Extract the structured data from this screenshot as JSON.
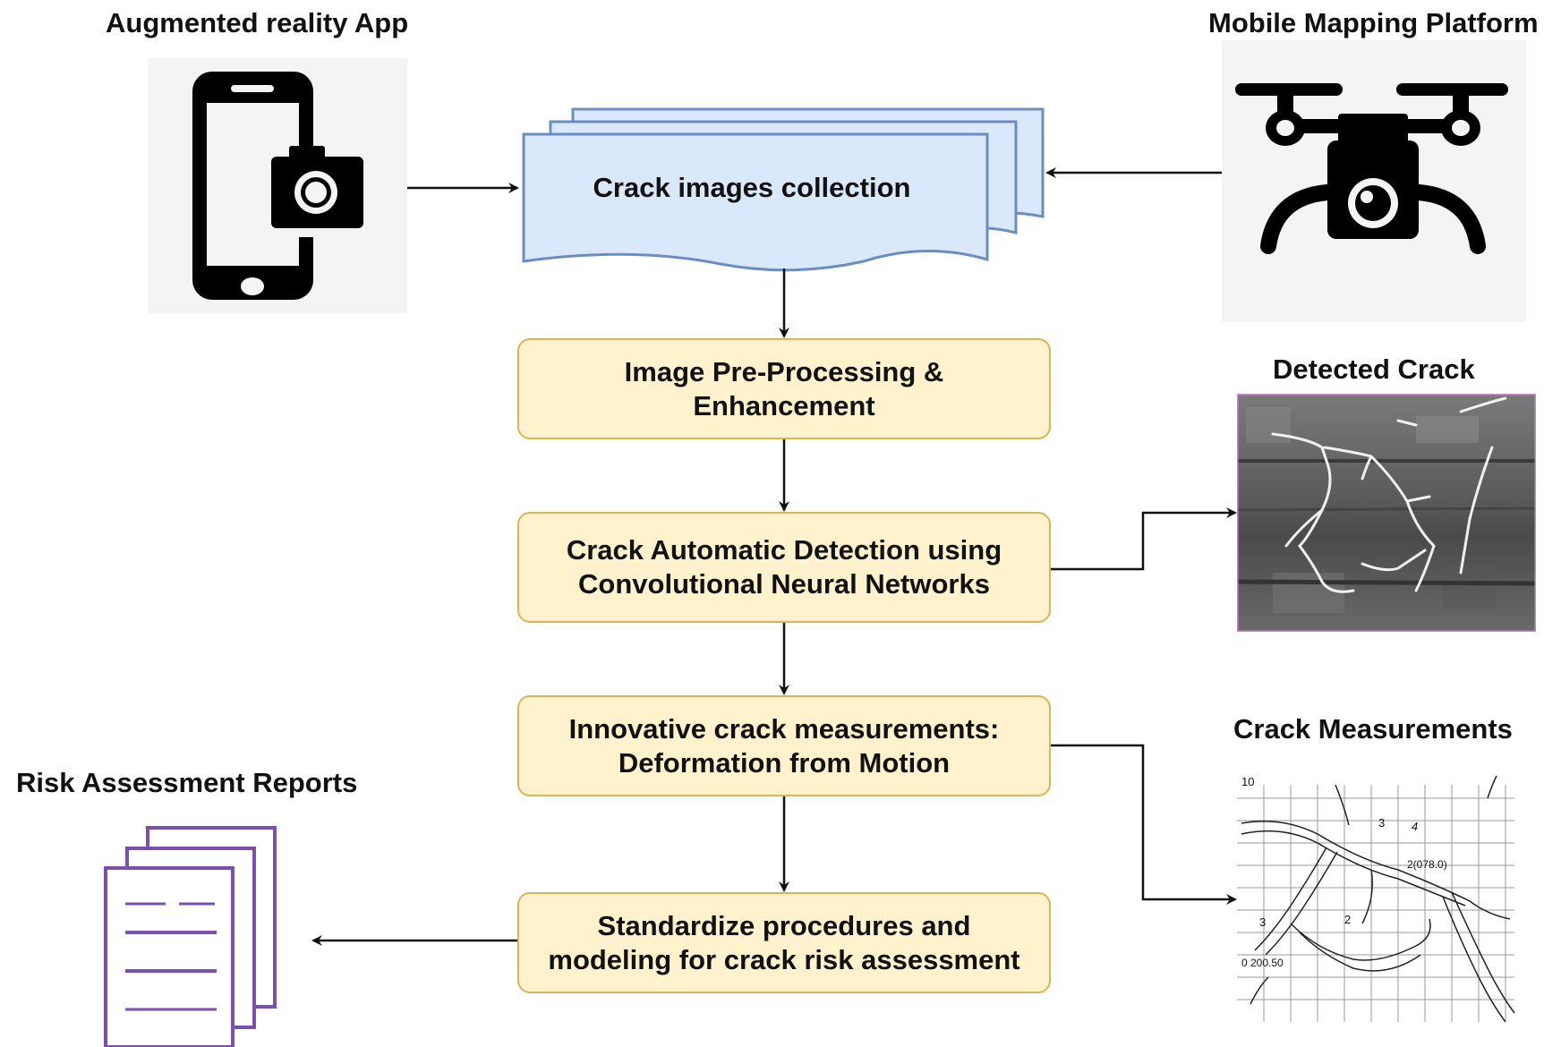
{
  "sources": {
    "ar_app": {
      "title": "Augmented reality App",
      "icon": "smartphone-camera-icon"
    },
    "mobile_platform": {
      "title": "Mobile Mapping Platform",
      "icon": "camera-drone-icon"
    }
  },
  "collection": {
    "label": "Crack images collection",
    "icon": "stacked-documents"
  },
  "steps": [
    {
      "line1": "Image Pre-Processing &",
      "line2": "Enhancement"
    },
    {
      "line1": "Crack Automatic Detection using",
      "line2": "Convolutional Neural Networks"
    },
    {
      "line1": "Innovative crack measurements:",
      "line2": "Deformation from Motion"
    },
    {
      "line1": "Standardize procedures and",
      "line2": "modeling for crack risk assessment"
    }
  ],
  "outputs": {
    "detected_crack": {
      "title": "Detected Crack"
    },
    "crack_measurements": {
      "title": "Crack Measurements",
      "annotations": [
        "3",
        "4",
        "3",
        "2",
        "2(078.0)",
        "0 200.50"
      ]
    },
    "reports": {
      "title": "Risk Assessment Reports",
      "icon": "report-documents-icon"
    }
  },
  "colors": {
    "step_fill": "#fff2cc",
    "step_border": "#d6b656",
    "collection_fill": "#dae8fc",
    "collection_border": "#6c8ebf",
    "report_border": "#7b4fb0",
    "photo_border": "#c888c8"
  }
}
